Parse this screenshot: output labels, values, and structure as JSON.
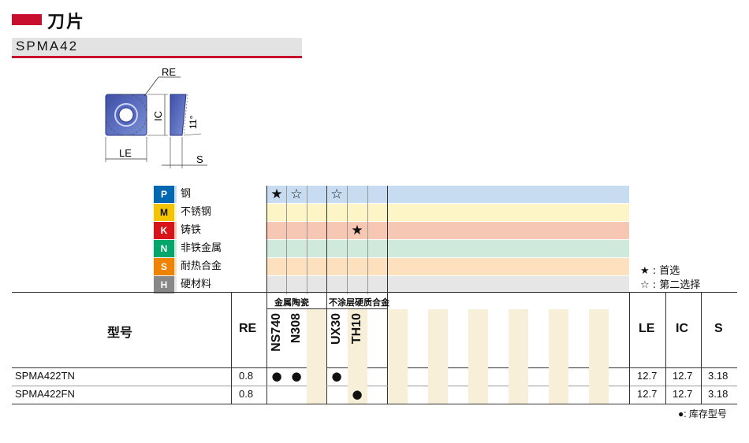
{
  "header": {
    "title": "刀片",
    "subtitle": "SPMA42"
  },
  "diagram": {
    "re": "RE",
    "ic": "IC",
    "angle": "11°",
    "le": "LE",
    "s": "S"
  },
  "materials": [
    {
      "code": "P",
      "label": "钢",
      "color": "#0067b3",
      "bg": "#c7dcf1"
    },
    {
      "code": "M",
      "label": "不锈钢",
      "color": "#f4c400",
      "bg": "#fdf5c6"
    },
    {
      "code": "K",
      "label": "铸铁",
      "color": "#d7141a",
      "bg": "#f6c7b2"
    },
    {
      "code": "N",
      "label": "非铁金属",
      "color": "#00a66c",
      "bg": "#cfe9dc"
    },
    {
      "code": "S",
      "label": "耐热合金",
      "color": "#ef8200",
      "bg": "#fde1bf"
    },
    {
      "code": "H",
      "label": "硬材料",
      "color": "#888888",
      "bg": "#e6e6e6"
    }
  ],
  "grade_marks": {
    "p_ns740": "★",
    "p_n308": "☆",
    "p_ux30": "☆",
    "k_th10": "★"
  },
  "legend": {
    "first": "★ : 首选",
    "second": "☆ : 第二选择"
  },
  "table": {
    "model_header": "型号",
    "re_header": "RE",
    "groups": [
      {
        "label": "金属陶瓷"
      },
      {
        "label": "不涂层硬质合金"
      }
    ],
    "grades": [
      "NS740",
      "N308",
      "UX30",
      "TH10"
    ],
    "le_header": "LE",
    "ic_header": "IC",
    "s_header": "S",
    "rows": [
      {
        "model": "SPMA422TN",
        "re": "0.8",
        "dots": [
          "●",
          "●",
          "●",
          ""
        ],
        "le": "12.7",
        "ic": "12.7",
        "s": "3.18"
      },
      {
        "model": "SPMA422FN",
        "re": "0.8",
        "dots": [
          "",
          "",
          "",
          "●"
        ],
        "le": "12.7",
        "ic": "12.7",
        "s": "3.18"
      }
    ]
  },
  "footnote": "●: 库存型号"
}
